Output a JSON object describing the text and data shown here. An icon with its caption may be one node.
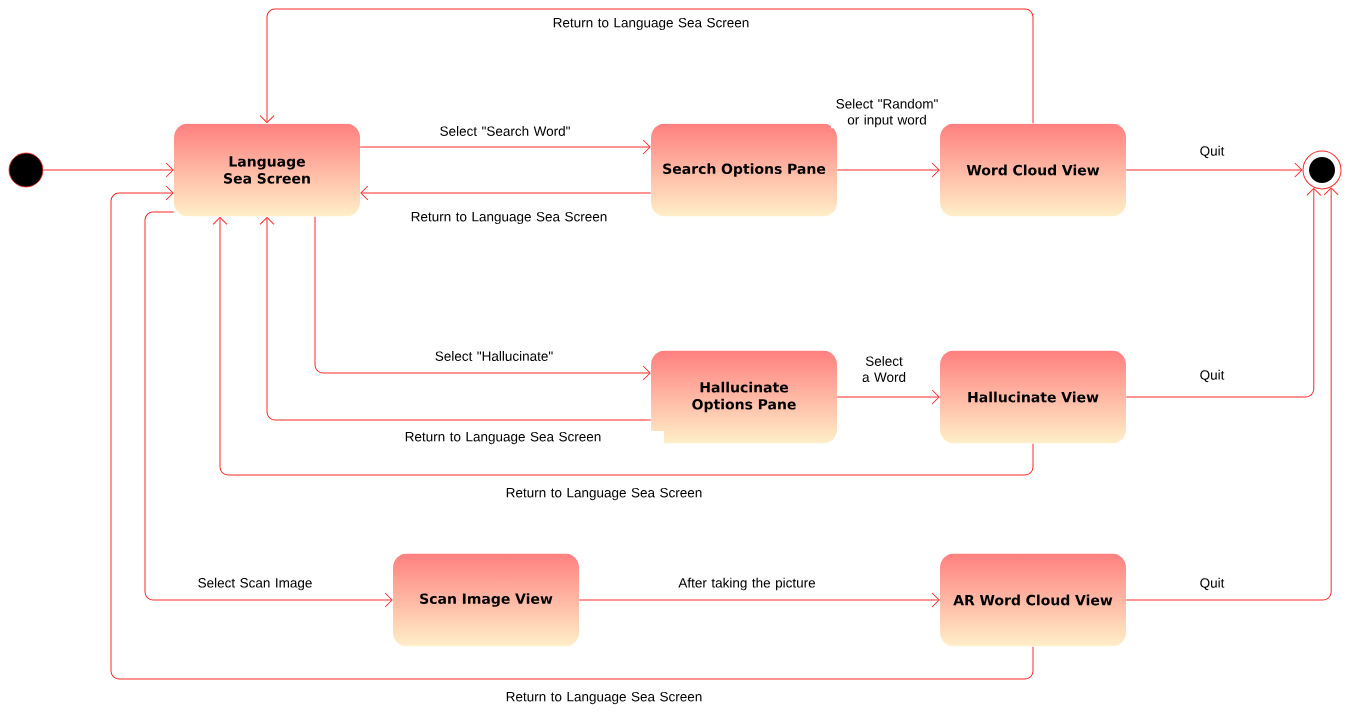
{
  "diagram": {
    "nodes": [
      {
        "text": [],
        "shape": "circle"
      },
      {
        "text": [
          "Language Sea Screen"
        ]
      },
      {
        "text": [
          "Search Options Pane"
        ]
      },
      {
        "text": [
          "Word Cloud View"
        ]
      },
      {
        "text": [],
        "shape": "circle"
      },
      {
        "text": [
          "Hallucinate Options Pane"
        ]
      },
      {
        "text": [
          "Hallucinate View"
        ]
      },
      {
        "text": [
          "Scan Image View"
        ]
      },
      {
        "text": [
          "AR Word Cloud View"
        ]
      }
    ],
    "edges": [
      {
        "from": 0,
        "to": 1,
        "arrow": "to"
      },
      {
        "from": 1,
        "to": 2,
        "arrow": "to",
        "label": "Select \"Search Word\""
      },
      {
        "from": 2,
        "to": 1,
        "arrow": "to",
        "label": "Return to Language Sea Screen"
      },
      {
        "from": 2,
        "to": 3,
        "arrow": "to",
        "label": "Select \"Random\" or input word"
      },
      {
        "from": 3,
        "to": 4,
        "arrow": "to",
        "label": "Quit"
      },
      {
        "from": 3,
        "to": 1,
        "arrow": "to",
        "label": "Return to Language Sea Screen"
      },
      {
        "from": 1,
        "to": 5,
        "arrow": "to",
        "label": "Select \"Hallucinate\""
      },
      {
        "from": 5,
        "to": 1,
        "arrow": "to",
        "label": "Return to Language Sea Screen"
      },
      {
        "from": 5,
        "to": 6,
        "arrow": "to",
        "label": "Select a Word"
      },
      {
        "from": 6,
        "to": 4,
        "arrow": "to",
        "label": "Quit"
      },
      {
        "from": 6,
        "to": 1,
        "arrow": "to",
        "label": "Return to Language Sea Screen"
      },
      {
        "from": 8,
        "to": 4,
        "arrow": "to",
        "label": "Quit"
      },
      {
        "from": 1,
        "to": 7,
        "arrow": "to",
        "label": "Select Scan Image"
      },
      {
        "from": 7,
        "to": 8,
        "arrow": "to",
        "label": "After taking the picture"
      },
      {
        "from": 8,
        "to": 1,
        "arrow": "to",
        "label": "Return to Language Sea Screen"
      }
    ]
  }
}
